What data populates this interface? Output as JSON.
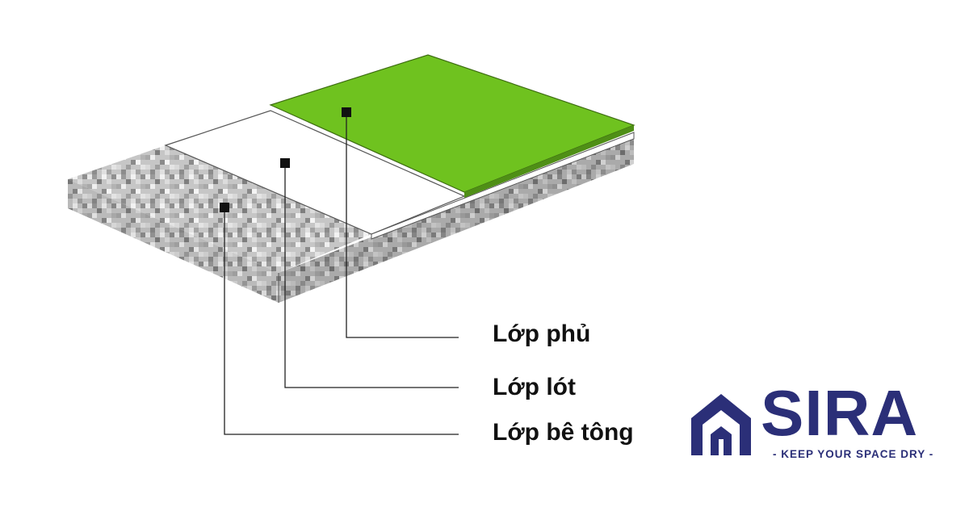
{
  "labels": {
    "top_coat": "Lớp phủ",
    "primer": "Lớp lót",
    "concrete": "Lớp bê tông"
  },
  "logo": {
    "brand": "SIRA",
    "tagline": "- KEEP YOUR SPACE DRY -",
    "color": "#2b2f78"
  },
  "colors": {
    "top_coat": "#6fc21f",
    "primer": "#ffffff",
    "concrete": "#c9c9c9",
    "leader": "#111111"
  }
}
